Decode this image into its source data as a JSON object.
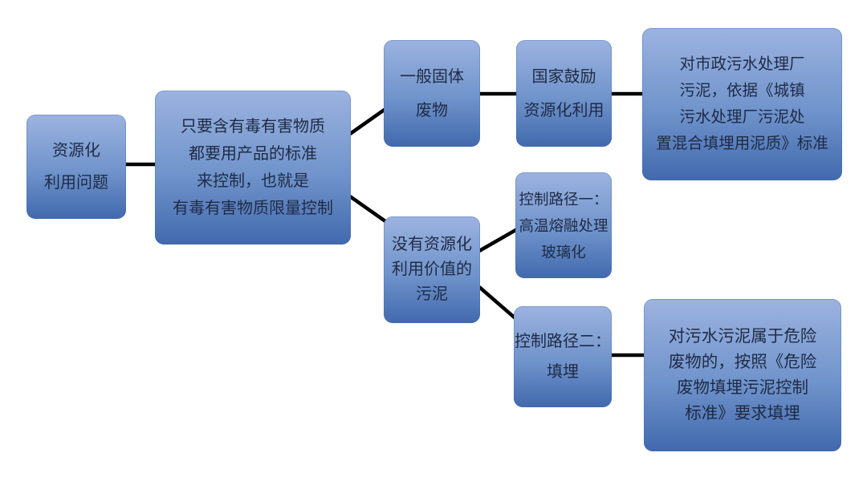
{
  "diagram": {
    "type": "flowchart",
    "language": "zh-CN",
    "nodes": {
      "root": {
        "text": "资源化\n利用问题"
      },
      "principle": {
        "text": "只要含有毒有害物质\n都要用产品的标准\n来控制，也就是\n有毒有害物质限量控制"
      },
      "general": {
        "text": "一般固体\n废物"
      },
      "encourage": {
        "text": "国家鼓励\n资源化利用"
      },
      "municipal": {
        "text": "对市政污水处理厂\n污泥，依据《城镇\n污水处理厂污泥处\n置混合填埋用泥质》标准"
      },
      "novalue": {
        "text": "没有资源化\n利用价值的\n污泥"
      },
      "path1": {
        "text": "控制路径一：\n高温熔融处理\n玻璃化"
      },
      "path2": {
        "text": "控制路径二：\n填埋"
      },
      "hazard": {
        "text": "对污水污泥属于危险\n废物的，按照《危险\n废物填埋污泥控制\n标准》要求填埋"
      }
    },
    "edges": [
      {
        "from": "root",
        "to": "principle"
      },
      {
        "from": "principle",
        "to": "general"
      },
      {
        "from": "principle",
        "to": "novalue"
      },
      {
        "from": "general",
        "to": "encourage"
      },
      {
        "from": "encourage",
        "to": "municipal"
      },
      {
        "from": "novalue",
        "to": "path1"
      },
      {
        "from": "novalue",
        "to": "path2"
      },
      {
        "from": "path2",
        "to": "hazard"
      }
    ],
    "colors": {
      "background": "#ffffff",
      "box_gradient_top": "#9cb3e0",
      "box_gradient_mid": "#6f93cb",
      "box_gradient_bottom": "#4169ad",
      "text": "#1f2a44",
      "connector": "#000000"
    }
  }
}
